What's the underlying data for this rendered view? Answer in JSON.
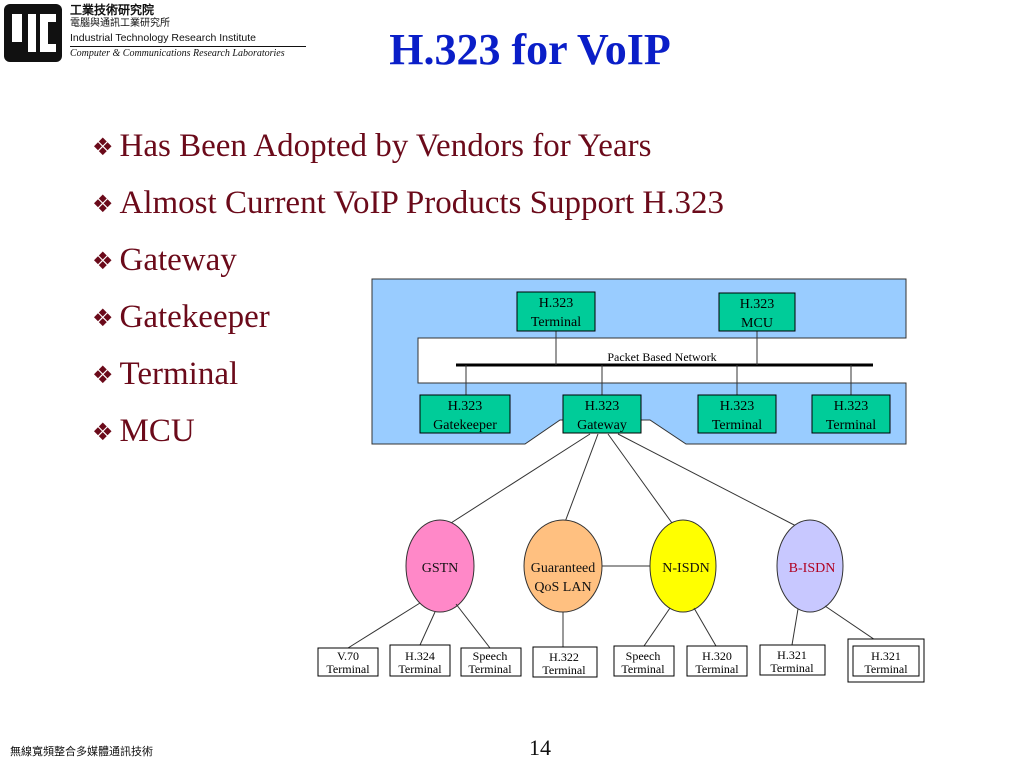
{
  "header": {
    "org_cn": "工業技術研究院",
    "lab_cn": "電腦與通訊工業研究所",
    "org_en": "Industrial Technology Research Institute",
    "lab_en": "Computer & Communications Research Laboratories"
  },
  "title": "H.323 for VoIP",
  "bullets": [
    "Has Been Adopted by Vendors for Years",
    "Almost Current VoIP Products Support H.323",
    "Gateway",
    "Gatekeeper",
    "Terminal",
    "MCU"
  ],
  "bullet_glyph": "❖",
  "diagram": {
    "network_label": "Packet Based Network",
    "top_nodes": [
      {
        "line1": "H.323",
        "line2": "Terminal"
      },
      {
        "line1": "H.323",
        "line2": "MCU"
      }
    ],
    "bottom_nodes": [
      {
        "line1": "H.323",
        "line2": "Gatekeeper"
      },
      {
        "line1": "H.323",
        "line2": "Gateway"
      },
      {
        "line1": "H.323",
        "line2": "Terminal"
      },
      {
        "line1": "H.323",
        "line2": "Terminal"
      }
    ],
    "networks": [
      {
        "line1": "GSTN",
        "line2": "",
        "color": "#ff88c8",
        "text_color": "#111111"
      },
      {
        "line1": "Guaranteed",
        "line2": "QoS LAN",
        "color": "#ffc080",
        "text_color": "#111111"
      },
      {
        "line1": "N-ISDN",
        "line2": "",
        "color": "#ffff00",
        "text_color": "#111111"
      },
      {
        "line1": "B-ISDN",
        "line2": "",
        "color": "#c8c8ff",
        "text_color": "#b00020"
      }
    ],
    "terminals": [
      {
        "line1": "V.70",
        "line2": "Terminal"
      },
      {
        "line1": "H.324",
        "line2": "Terminal"
      },
      {
        "line1": "Speech",
        "line2": "Terminal"
      },
      {
        "line1": "H.322",
        "line2": "Terminal"
      },
      {
        "line1": "Speech",
        "line2": "Terminal"
      },
      {
        "line1": "H.320",
        "line2": "Terminal"
      },
      {
        "line1": "H.321",
        "line2": "Terminal"
      },
      {
        "line1": "H.321",
        "line2": "Terminal"
      }
    ]
  },
  "colors": {
    "title": "#0a1ec8",
    "bullet_text": "#6b0a1a",
    "network_area": "#99ccff",
    "node_fill": "#00cc99"
  },
  "footer": {
    "left_text": "無線寬頻整合多媒體通訊技術",
    "page_number": "14"
  }
}
